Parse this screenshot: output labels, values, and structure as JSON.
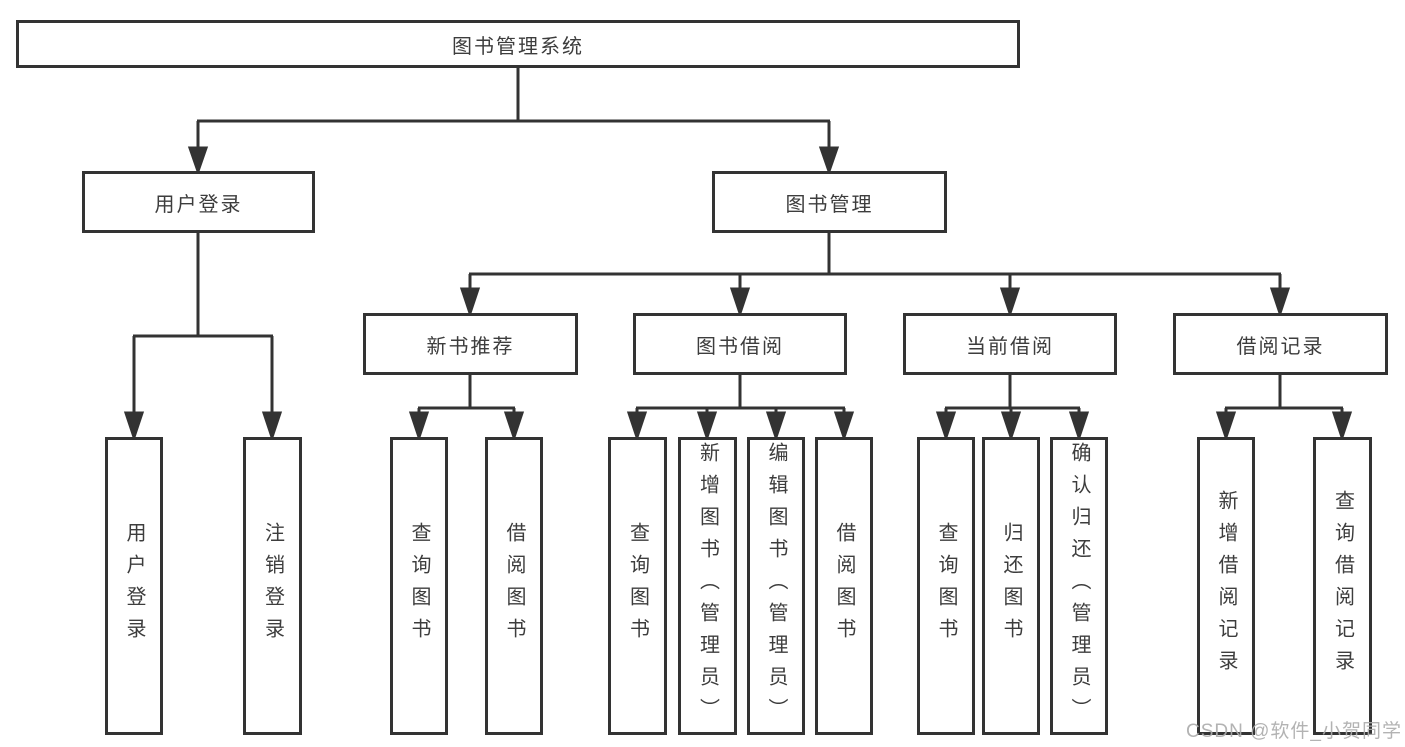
{
  "diagram": {
    "root": {
      "label": "图书管理系统"
    },
    "branches": [
      {
        "label": "用户登录",
        "children": [
          {
            "label": "用户登录"
          },
          {
            "label": "注销登录"
          }
        ]
      },
      {
        "label": "图书管理",
        "children": [
          {
            "label": "新书推荐",
            "children": [
              {
                "label": "查询图书"
              },
              {
                "label": "借阅图书"
              }
            ]
          },
          {
            "label": "图书借阅",
            "children": [
              {
                "label": "查询图书"
              },
              {
                "label": "新增图书（管理员）"
              },
              {
                "label": "编辑图书（管理员）"
              },
              {
                "label": "借阅图书"
              }
            ]
          },
          {
            "label": "当前借阅",
            "children": [
              {
                "label": "查询图书"
              },
              {
                "label": "归还图书"
              },
              {
                "label": "确认归还（管理员）"
              }
            ]
          },
          {
            "label": "借阅记录",
            "children": [
              {
                "label": "新增借阅记录"
              },
              {
                "label": "查询借阅记录"
              }
            ]
          }
        ]
      }
    ],
    "colors": {
      "line": "#333333",
      "text": "#3d3d3d",
      "background": "#ffffff",
      "watermark": "#acacac"
    }
  },
  "watermark": {
    "text": "CSDN @软件_小贺同学"
  }
}
